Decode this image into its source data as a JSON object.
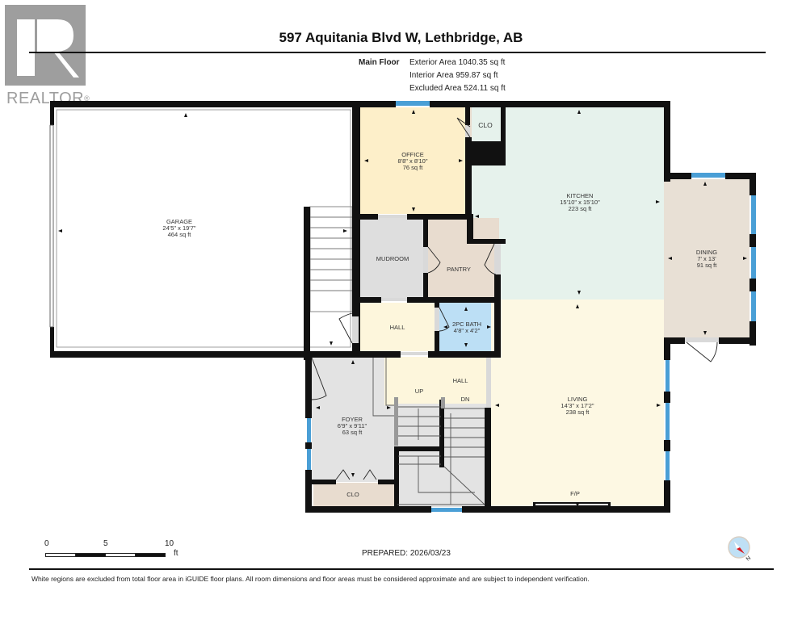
{
  "header": {
    "title": "597 Aquitania Blvd W, Lethbridge, AB",
    "logo": {
      "mark": "R",
      "text": "REALTOR",
      "registered": "®"
    }
  },
  "floor_summary": {
    "floor_name": "Main Floor",
    "exterior_area": "Exterior Area 1040.35 sq ft",
    "interior_area": "Interior Area 959.87 sq ft",
    "excluded_area": "Excluded Area 524.11 sq ft"
  },
  "rooms": {
    "garage": {
      "name": "GARAGE",
      "dims": "24'5\" x 19'7\"",
      "area": "464 sq ft",
      "color": "#ffffff"
    },
    "office": {
      "name": "OFFICE",
      "dims": "8'8\" x 8'10\"",
      "area": "76 sq ft",
      "color": "#fdefc9"
    },
    "office_closet": {
      "name": "CLO",
      "color": "#e8dccf"
    },
    "kitchen": {
      "name": "KITCHEN",
      "dims": "15'10\" x 15'10\"",
      "area": "223 sq ft",
      "color": "#e6f2ec"
    },
    "dining": {
      "name": "DINING",
      "dims": "7' x 13'",
      "area": "91 sq ft",
      "color": "#e8e0d5"
    },
    "mudroom": {
      "name": "MUDROOM",
      "color": "#dedede"
    },
    "pantry": {
      "name": "PANTRY",
      "color": "#e8dccf"
    },
    "hall_upper": {
      "name": "HALL",
      "color": "#fdf6dc"
    },
    "bath": {
      "name": "2PC BATH",
      "dims": "4'8\" x 4'2\"",
      "color": "#bcdff5"
    },
    "foyer": {
      "name": "FOYER",
      "dims": "6'9\" x 9'11\"",
      "area": "63 sq ft",
      "color": "#e3e3e3"
    },
    "foyer_closet": {
      "name": "CLO",
      "color": "#e8dccf"
    },
    "hall_lower": {
      "name": "HALL",
      "color": "#fdf6dc"
    },
    "stairs_up": {
      "name": "UP"
    },
    "stairs_down": {
      "name": "DN"
    },
    "living": {
      "name": "LIVING",
      "dims": "14'3\" x 17'2\"",
      "area": "238 sq ft",
      "color": "#fdf8e3"
    },
    "fireplace": {
      "name": "F/P"
    }
  },
  "colors": {
    "wall": "#111111",
    "window": "#4a9fd6",
    "door_gap": "#d9d9d9",
    "logo_gray": "#9e9e9e",
    "compass_fill": "#bfe0f5",
    "compass_needle": "#d9151c"
  },
  "scale_bar": {
    "ticks": [
      "0",
      "5",
      "10"
    ],
    "unit": "ft"
  },
  "footer": {
    "prepared": "PREPARED: 2026/03/23",
    "disclaimer": "White regions are excluded from total floor area in iGUIDE floor plans. All room dimensions and floor areas must be considered approximate and are subject to independent verification.",
    "compass_label": "N"
  }
}
